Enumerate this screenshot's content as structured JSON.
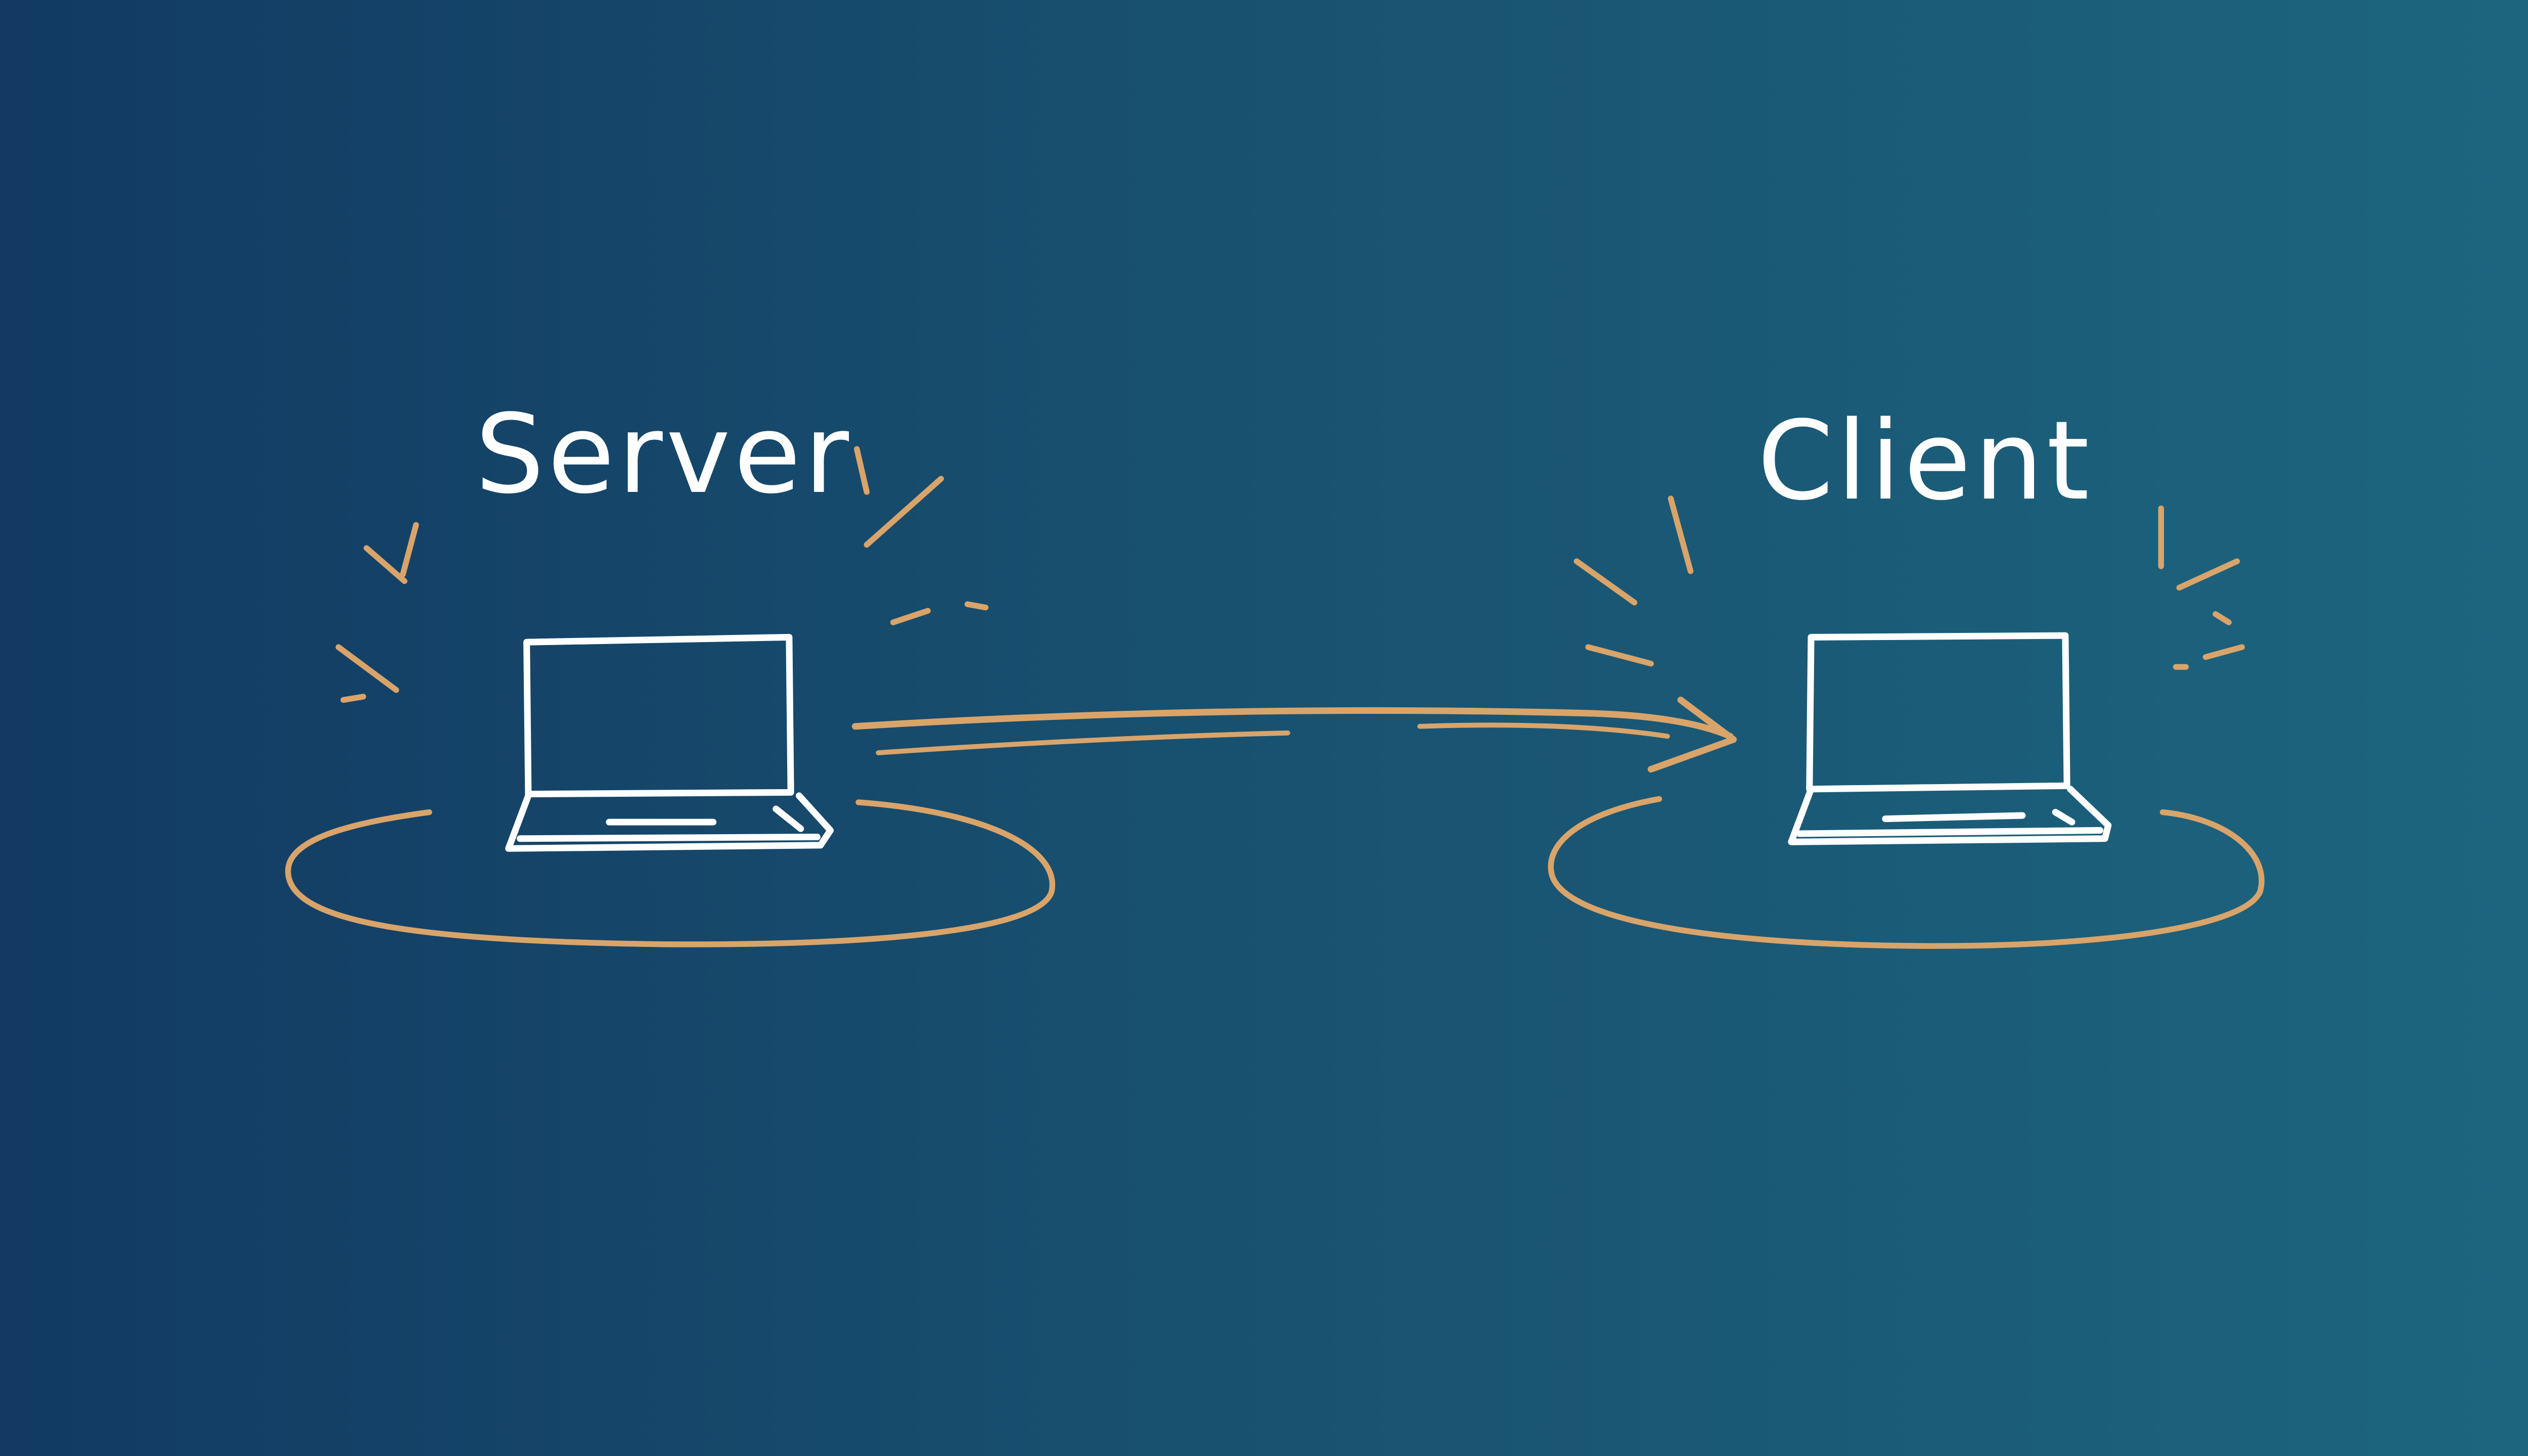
{
  "diagram": {
    "nodes": [
      {
        "id": "server",
        "label": "Server",
        "icon": "laptop-icon"
      },
      {
        "id": "client",
        "label": "Client",
        "icon": "laptop-icon"
      }
    ],
    "edges": [
      {
        "from": "server",
        "to": "client",
        "style": "hand-drawn-arrow"
      }
    ]
  },
  "colors": {
    "background_left": "#123a63",
    "background_right": "#1d6680",
    "sketch_lines": "#ffffff",
    "accent_strokes": "#d9a46a"
  }
}
